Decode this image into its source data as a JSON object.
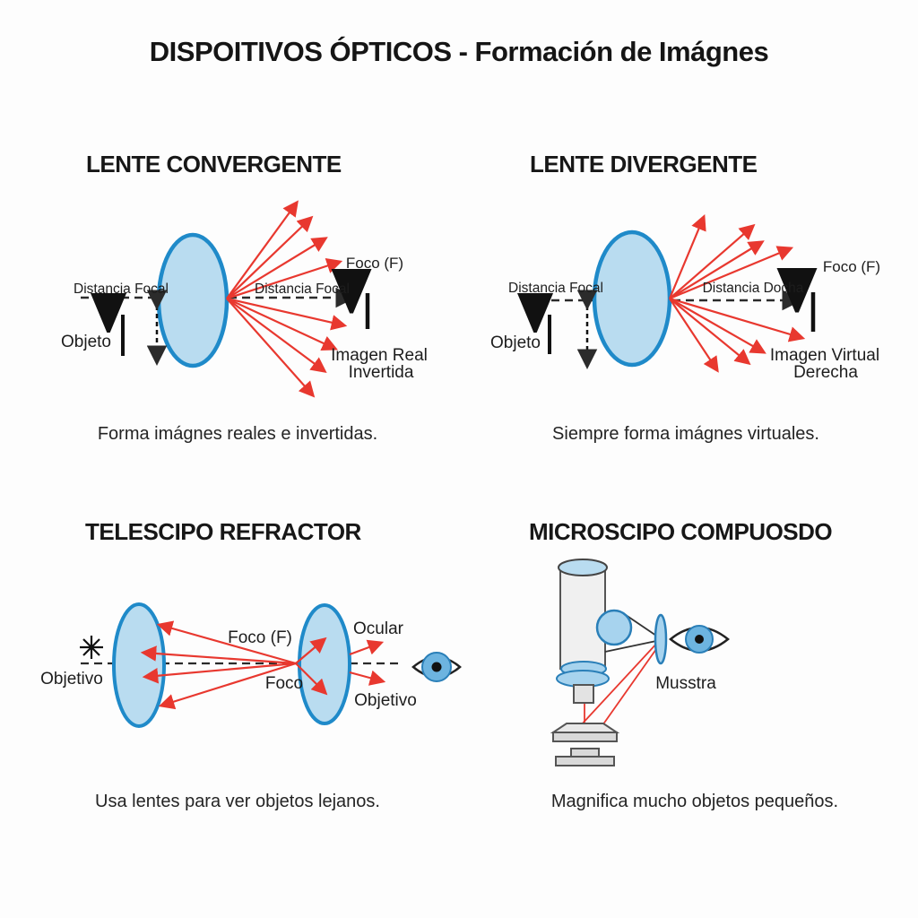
{
  "title": "DISPOITIVOS ÓPTICOS - Formación de Imágnes",
  "colors": {
    "lens_fill": "#b9dcf0",
    "lens_stroke": "#1f8ac9",
    "ray_red": "#e8382f",
    "axis_dark": "#2b2b2b",
    "metal_light": "#f0f0f0",
    "metal_mid": "#d9d9d9",
    "iris_blue": "#6db4e0"
  },
  "panels": {
    "convergente": {
      "title": "LENTE CONVERGENTE",
      "labels": {
        "distancia_focal_left": "Distancia Focal",
        "distancia_focal_right": "Distancia Focal",
        "foco": "Foco (F)",
        "objeto": "Objeto",
        "imagen_line1": "Imagen Real",
        "imagen_line2": "Invertida"
      },
      "caption": "Forma imágnes reales e invertidas."
    },
    "divergente": {
      "title": "LENTE DIVERGENTE",
      "labels": {
        "distancia_focal_left": "Distancia Focal",
        "distancia_docha": "Distancia Docha",
        "foco": "Foco (F)",
        "objeto": "Objeto",
        "imagen_line1": "Imagen Virtual",
        "imagen_line2": "Derecha"
      },
      "caption": "Siempre forma imágnes virtuales."
    },
    "telescopio": {
      "title": "TELESCIPO REFRACTOR",
      "labels": {
        "objetivo_left": "Objetivo",
        "foco_f": "Foco (F)",
        "foco": "Foco",
        "ocular": "Ocular",
        "objetivo_right": "Objetivo"
      },
      "caption": "Usa lentes para ver objetos lejanos."
    },
    "microscopio": {
      "title": "MICROSCIPO COMPUOSDO",
      "labels": {
        "muestra": "Musstra"
      },
      "caption": "Magnifica mucho objetos pequeños."
    }
  }
}
